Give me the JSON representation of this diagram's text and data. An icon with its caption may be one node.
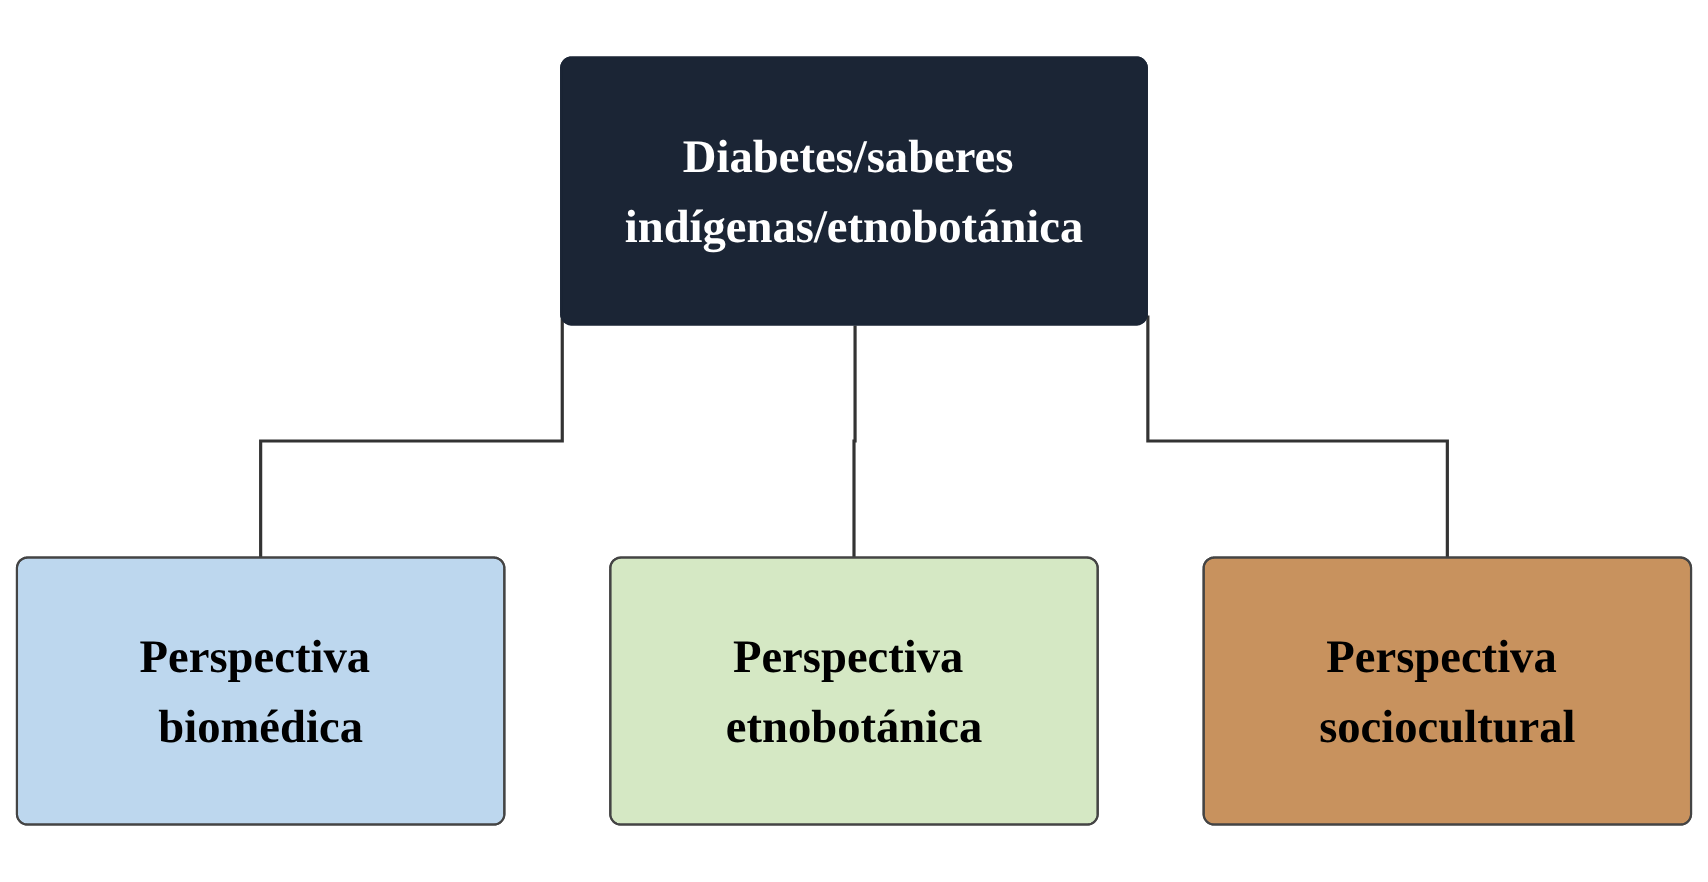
{
  "diagram": {
    "nodes": [
      {
        "text": [
          "Diabetes/saberes indígenas/etnobotánica"
        ]
      },
      {
        "text": [
          "Perspectiva biomédica"
        ]
      },
      {
        "text": [
          "Perspectiva etnobotánica"
        ]
      },
      {
        "text": [
          "Perspectiva sociocultural"
        ]
      }
    ],
    "edges": [
      {
        "from": 0,
        "to": 1,
        "arrow": "none"
      },
      {
        "from": 0,
        "to": 2,
        "arrow": "none"
      },
      {
        "from": 0,
        "to": 3,
        "arrow": "none"
      }
    ]
  }
}
